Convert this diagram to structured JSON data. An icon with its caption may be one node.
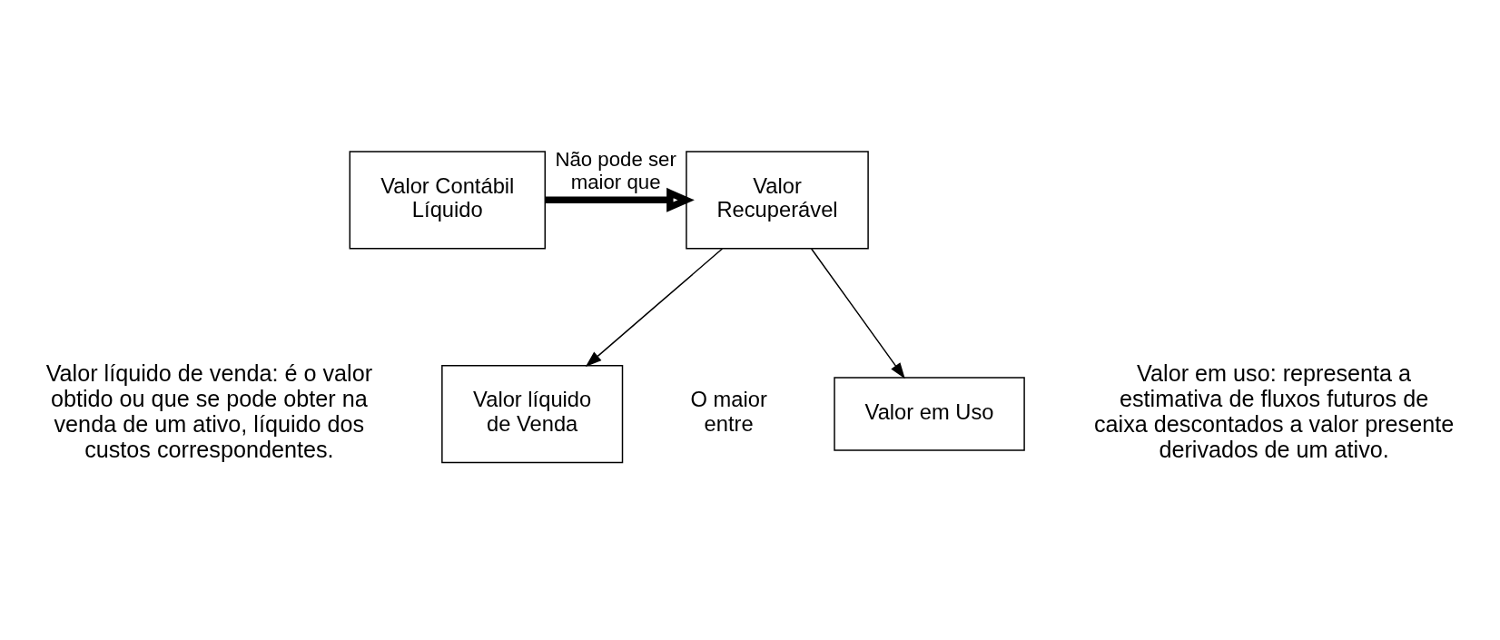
{
  "diagram": {
    "nodes": [
      {
        "text": [
          "Valor Contábil Líquido"
        ]
      },
      {
        "text": [
          "Valor Recuperável"
        ]
      },
      {
        "text": [
          "Valor líquido de Venda"
        ],
        "beside": [
          "Valor líquido de venda: é o valor obtido ou que se pode obter na venda de um ativo, líquido dos custos correspondentes."
        ]
      },
      {
        "text": [
          "Valor em Uso"
        ],
        "beside": [
          "Valor em uso: representa a estimativa de fluxos futuros de caixa descontados a valor presente derivados de um ativo."
        ]
      }
    ],
    "edges": [
      {
        "from": 0,
        "to": 1,
        "arrow": "to",
        "label": "Não pode ser maior que",
        "style": "thick"
      },
      {
        "from": 1,
        "to": 2,
        "arrow": "to"
      },
      {
        "from": 1,
        "to": 3,
        "arrow": "to"
      }
    ],
    "labels": [
      "O maior entre"
    ]
  }
}
